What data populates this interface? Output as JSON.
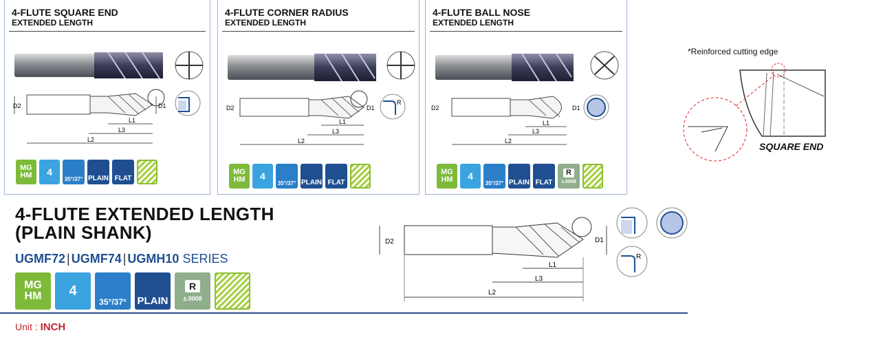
{
  "panels": [
    {
      "title": "4-FLUTE SQUARE END",
      "subtitle": "EXTENDED LENGTH",
      "badges": [
        {
          "lines": [
            "MG",
            "HM"
          ],
          "color": "#7dba3a"
        },
        {
          "lines": [
            "4"
          ],
          "color": "#3aa3e0"
        },
        {
          "lines": [
            "35°/37°"
          ],
          "color": "#2a7fc8"
        },
        {
          "lines": [
            "PLAIN"
          ],
          "color": "#1f4f91"
        },
        {
          "lines": [
            "FLAT"
          ],
          "color": "#1f4f91"
        }
      ]
    },
    {
      "title": "4-FLUTE CORNER RADIUS",
      "subtitle": "EXTENDED LENGTH",
      "badges": [
        {
          "lines": [
            "MG",
            "HM"
          ],
          "color": "#7dba3a"
        },
        {
          "lines": [
            "4"
          ],
          "color": "#3aa3e0"
        },
        {
          "lines": [
            "35°/37°"
          ],
          "color": "#2a7fc8"
        },
        {
          "lines": [
            "PLAIN"
          ],
          "color": "#1f4f91"
        },
        {
          "lines": [
            "FLAT"
          ],
          "color": "#1f4f91"
        }
      ]
    },
    {
      "title": "4-FLUTE BALL NOSE",
      "subtitle": "EXTENDED LENGTH",
      "badges": [
        {
          "lines": [
            "MG",
            "HM"
          ],
          "color": "#7dba3a"
        },
        {
          "lines": [
            "4"
          ],
          "color": "#3aa3e0"
        },
        {
          "lines": [
            "35°/37°"
          ],
          "color": "#2a7fc8"
        },
        {
          "lines": [
            "PLAIN"
          ],
          "color": "#1f4f91"
        },
        {
          "lines": [
            "FLAT"
          ],
          "color": "#1f4f91"
        },
        {
          "lines": [
            "R",
            "±.0008"
          ],
          "color": "#8fae8b"
        }
      ]
    }
  ],
  "dimension_labels": {
    "d2": "D2",
    "d1": "D1",
    "l1": "L1",
    "l3": "L3",
    "l2": "L2",
    "r": "R"
  },
  "main": {
    "title_line1": "4-FLUTE EXTENDED LENGTH",
    "title_line2": "(PLAIN SHANK)",
    "series_codes": [
      "UGMF72",
      "UGMF74",
      "UGMH10"
    ],
    "series_word": "SERIES",
    "badges": [
      {
        "lines": [
          "MG",
          "HM"
        ],
        "color": "#7dba3a"
      },
      {
        "lines": [
          "4"
        ],
        "color": "#3aa3e0"
      },
      {
        "lines": [
          "35°/37°"
        ],
        "color": "#2a7fc8"
      },
      {
        "lines": [
          "PLAIN"
        ],
        "color": "#1f4f91"
      },
      {
        "lines": [
          "R",
          "±.0008"
        ],
        "color": "#8fae8b"
      }
    ]
  },
  "unit": {
    "label": "Unit : ",
    "value": "INCH"
  },
  "detail": {
    "note": "*Reinforced cutting edge",
    "caption": "SQUARE END"
  }
}
